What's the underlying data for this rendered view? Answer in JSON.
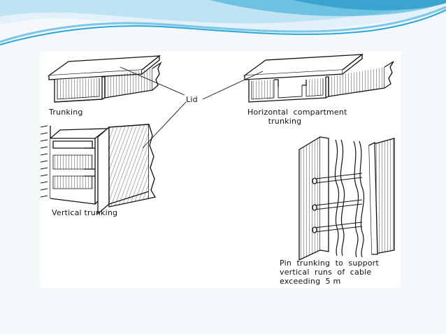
{
  "slide": {
    "background": "#f4f8fb",
    "wave_colors": [
      "#2aa7d6",
      "#7cc6e8",
      "#bfe3f3",
      "#e3f2fa"
    ]
  },
  "figure": {
    "labels": {
      "lid": "Lid",
      "trunking": "Trunking",
      "horizontal": "Horizontal  compartment\n        trunking",
      "vertical": "Vertical  trunking",
      "pin": "Pin  trunking  to  support\nvertical  runs  of  cable\nexceeding  5 m"
    }
  }
}
